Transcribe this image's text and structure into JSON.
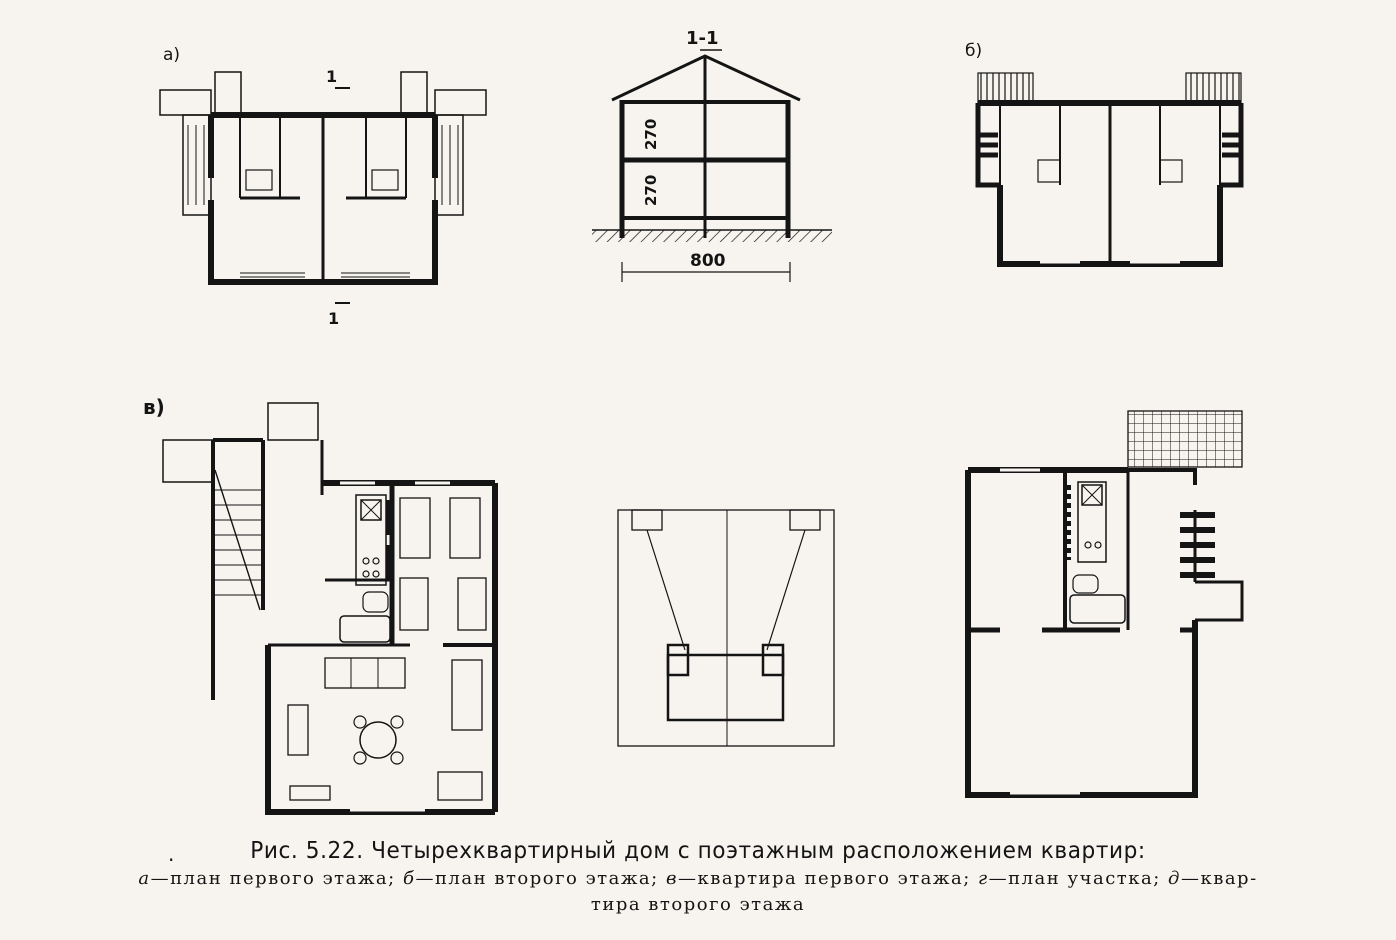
{
  "panels": {
    "a": {
      "label": "а)",
      "cut_mark": "1"
    },
    "section": {
      "title": "1-1",
      "floor_height_1": "270",
      "floor_height_2": "270",
      "width_dim": "800"
    },
    "b": {
      "label": "б)"
    },
    "v": {
      "label": "в)"
    }
  },
  "caption": {
    "bullet": "·",
    "main": "Рис. 5.22. Четырехквартирный дом с поэтажным расположением квартир:",
    "line2": [
      {
        "key": "а",
        "text": "—план первого этажа; "
      },
      {
        "key": "б",
        "text": "—план второго этажа; "
      },
      {
        "key": "в",
        "text": "—квартира первого этажа; "
      },
      {
        "key": "г",
        "text": "—план участка; "
      },
      {
        "key": "д",
        "text": "—квар-"
      }
    ],
    "line3": "тира второго этажа"
  }
}
